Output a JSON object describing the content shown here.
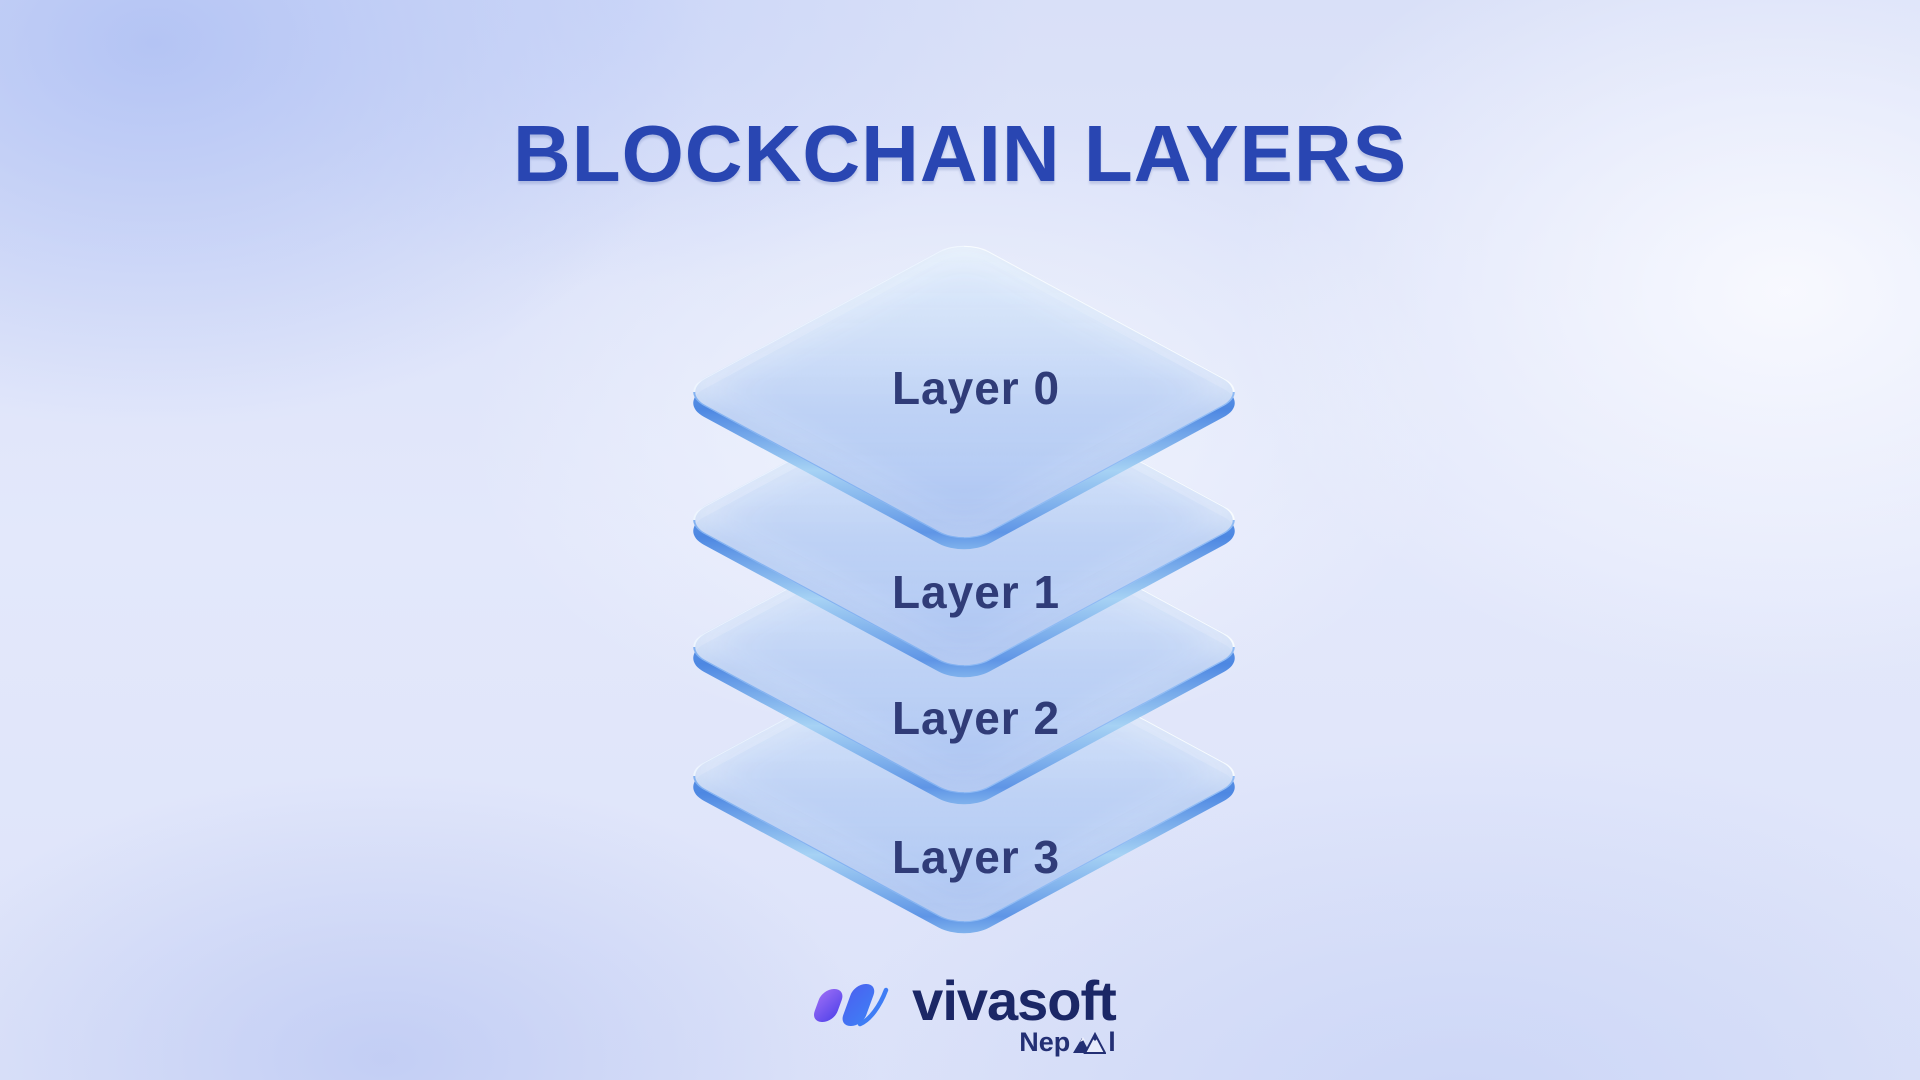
{
  "title": "BLOCKCHAIN LAYERS",
  "layers": [
    {
      "label": "Layer 0"
    },
    {
      "label": "Layer 1"
    },
    {
      "label": "Layer 2"
    },
    {
      "label": "Layer 3"
    }
  ],
  "footer": {
    "brand": "vivasoft",
    "region": "Nepal",
    "region_prefix": "Nep",
    "region_suffix": "l",
    "icons": {
      "logo_mark": "vivasoft-vv-checkmark",
      "mountain": "mountain-range-replacing-letter-a"
    }
  },
  "colors": {
    "title_blue": "#2946b2",
    "label_navy": "#303c78",
    "brand_navy": "#1b2766",
    "glass_edge_blue": "#5d95e8",
    "glass_face_light": "#d2e0f8",
    "logo_purple_start": "#9a6cf5",
    "logo_purple_end": "#5243ea",
    "logo_blue_start": "#4a63f0",
    "logo_blue_end": "#3f7df5",
    "background_lavender": "#dfe5fa"
  }
}
